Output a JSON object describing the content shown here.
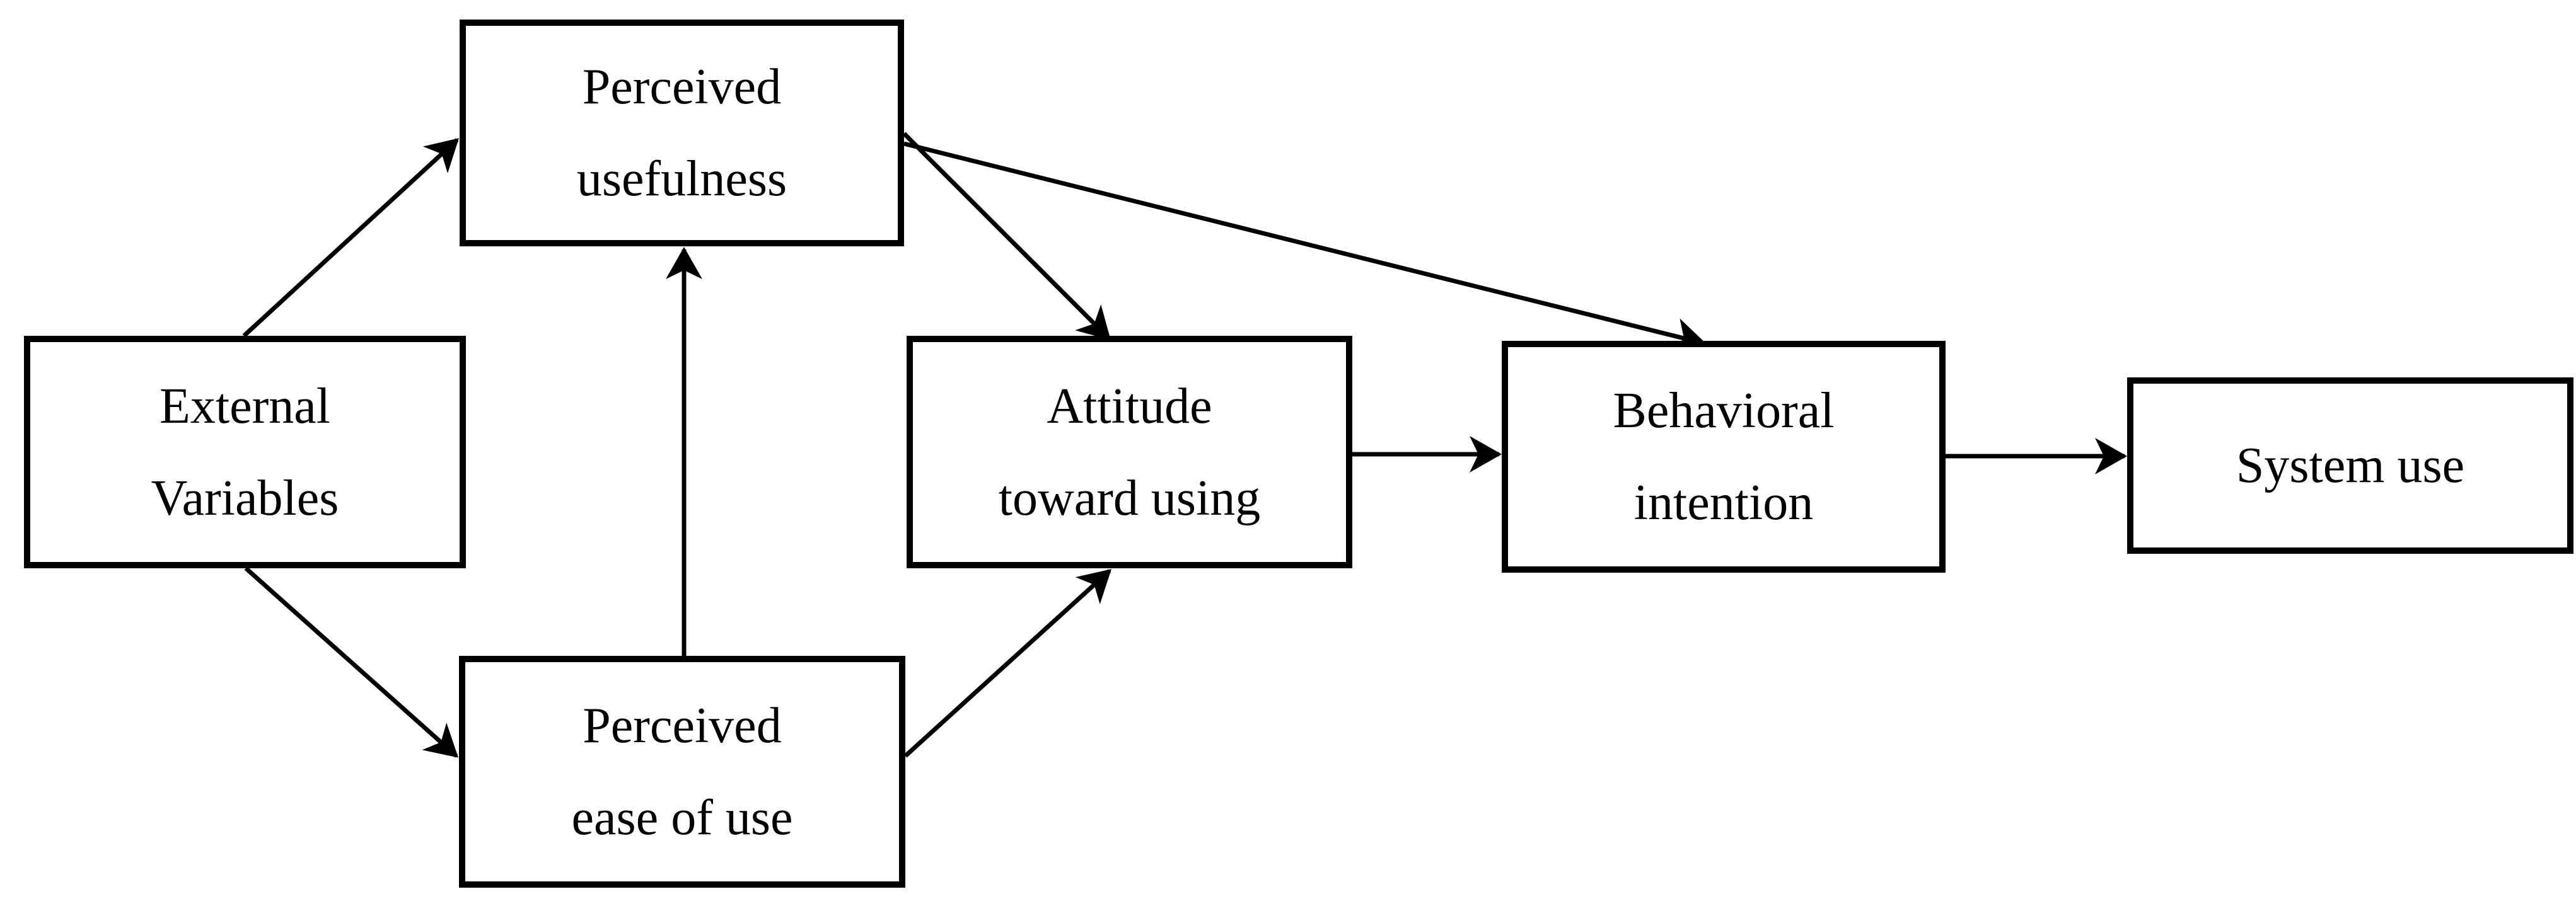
{
  "diagram": {
    "name": "technology-acceptance-model",
    "colors": {
      "background": "#ffffff",
      "box_fill": "#ffffff",
      "box_border": "#000000",
      "arrow": "#000000",
      "text": "#000000"
    },
    "nodes": {
      "external_variables": {
        "lines": [
          "External",
          "Variables"
        ]
      },
      "perceived_usefulness": {
        "lines": [
          "Perceived",
          "usefulness"
        ]
      },
      "perceived_ease_of_use": {
        "lines": [
          "Perceived",
          "ease of use"
        ]
      },
      "attitude_toward_using": {
        "lines": [
          "Attitude",
          "toward using"
        ]
      },
      "behavioral_intention": {
        "lines": [
          "Behavioral",
          "intention"
        ]
      },
      "system_use": {
        "lines": [
          "System use"
        ]
      }
    },
    "edges": [
      {
        "from": "external_variables",
        "to": "perceived_usefulness"
      },
      {
        "from": "external_variables",
        "to": "perceived_ease_of_use"
      },
      {
        "from": "perceived_ease_of_use",
        "to": "perceived_usefulness"
      },
      {
        "from": "perceived_ease_of_use",
        "to": "attitude_toward_using"
      },
      {
        "from": "perceived_usefulness",
        "to": "attitude_toward_using"
      },
      {
        "from": "perceived_usefulness",
        "to": "behavioral_intention"
      },
      {
        "from": "attitude_toward_using",
        "to": "behavioral_intention"
      },
      {
        "from": "behavioral_intention",
        "to": "system_use"
      }
    ]
  }
}
